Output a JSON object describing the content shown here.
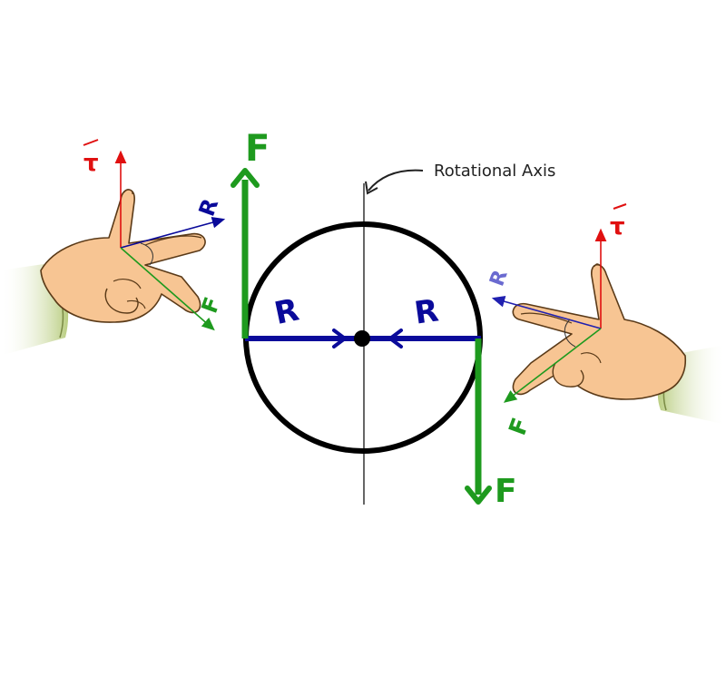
{
  "diagram": {
    "axis_label": "Rotational Axis",
    "force_left_label": "F",
    "force_right_label": "F",
    "radius_left_label": "R",
    "radius_right_label": "R",
    "hand_left": {
      "tau_label": "τ",
      "r_label": "R",
      "f_label": "F"
    },
    "hand_right": {
      "tau_label": "τ",
      "r_label": "R",
      "f_label": "F"
    },
    "colors": {
      "force": "#1e9a1e",
      "radius": "#0a0a9a",
      "torque": "#e01010",
      "circle": "#000000",
      "skin": "#f7c593",
      "sleeve": "#c9d79a"
    }
  }
}
